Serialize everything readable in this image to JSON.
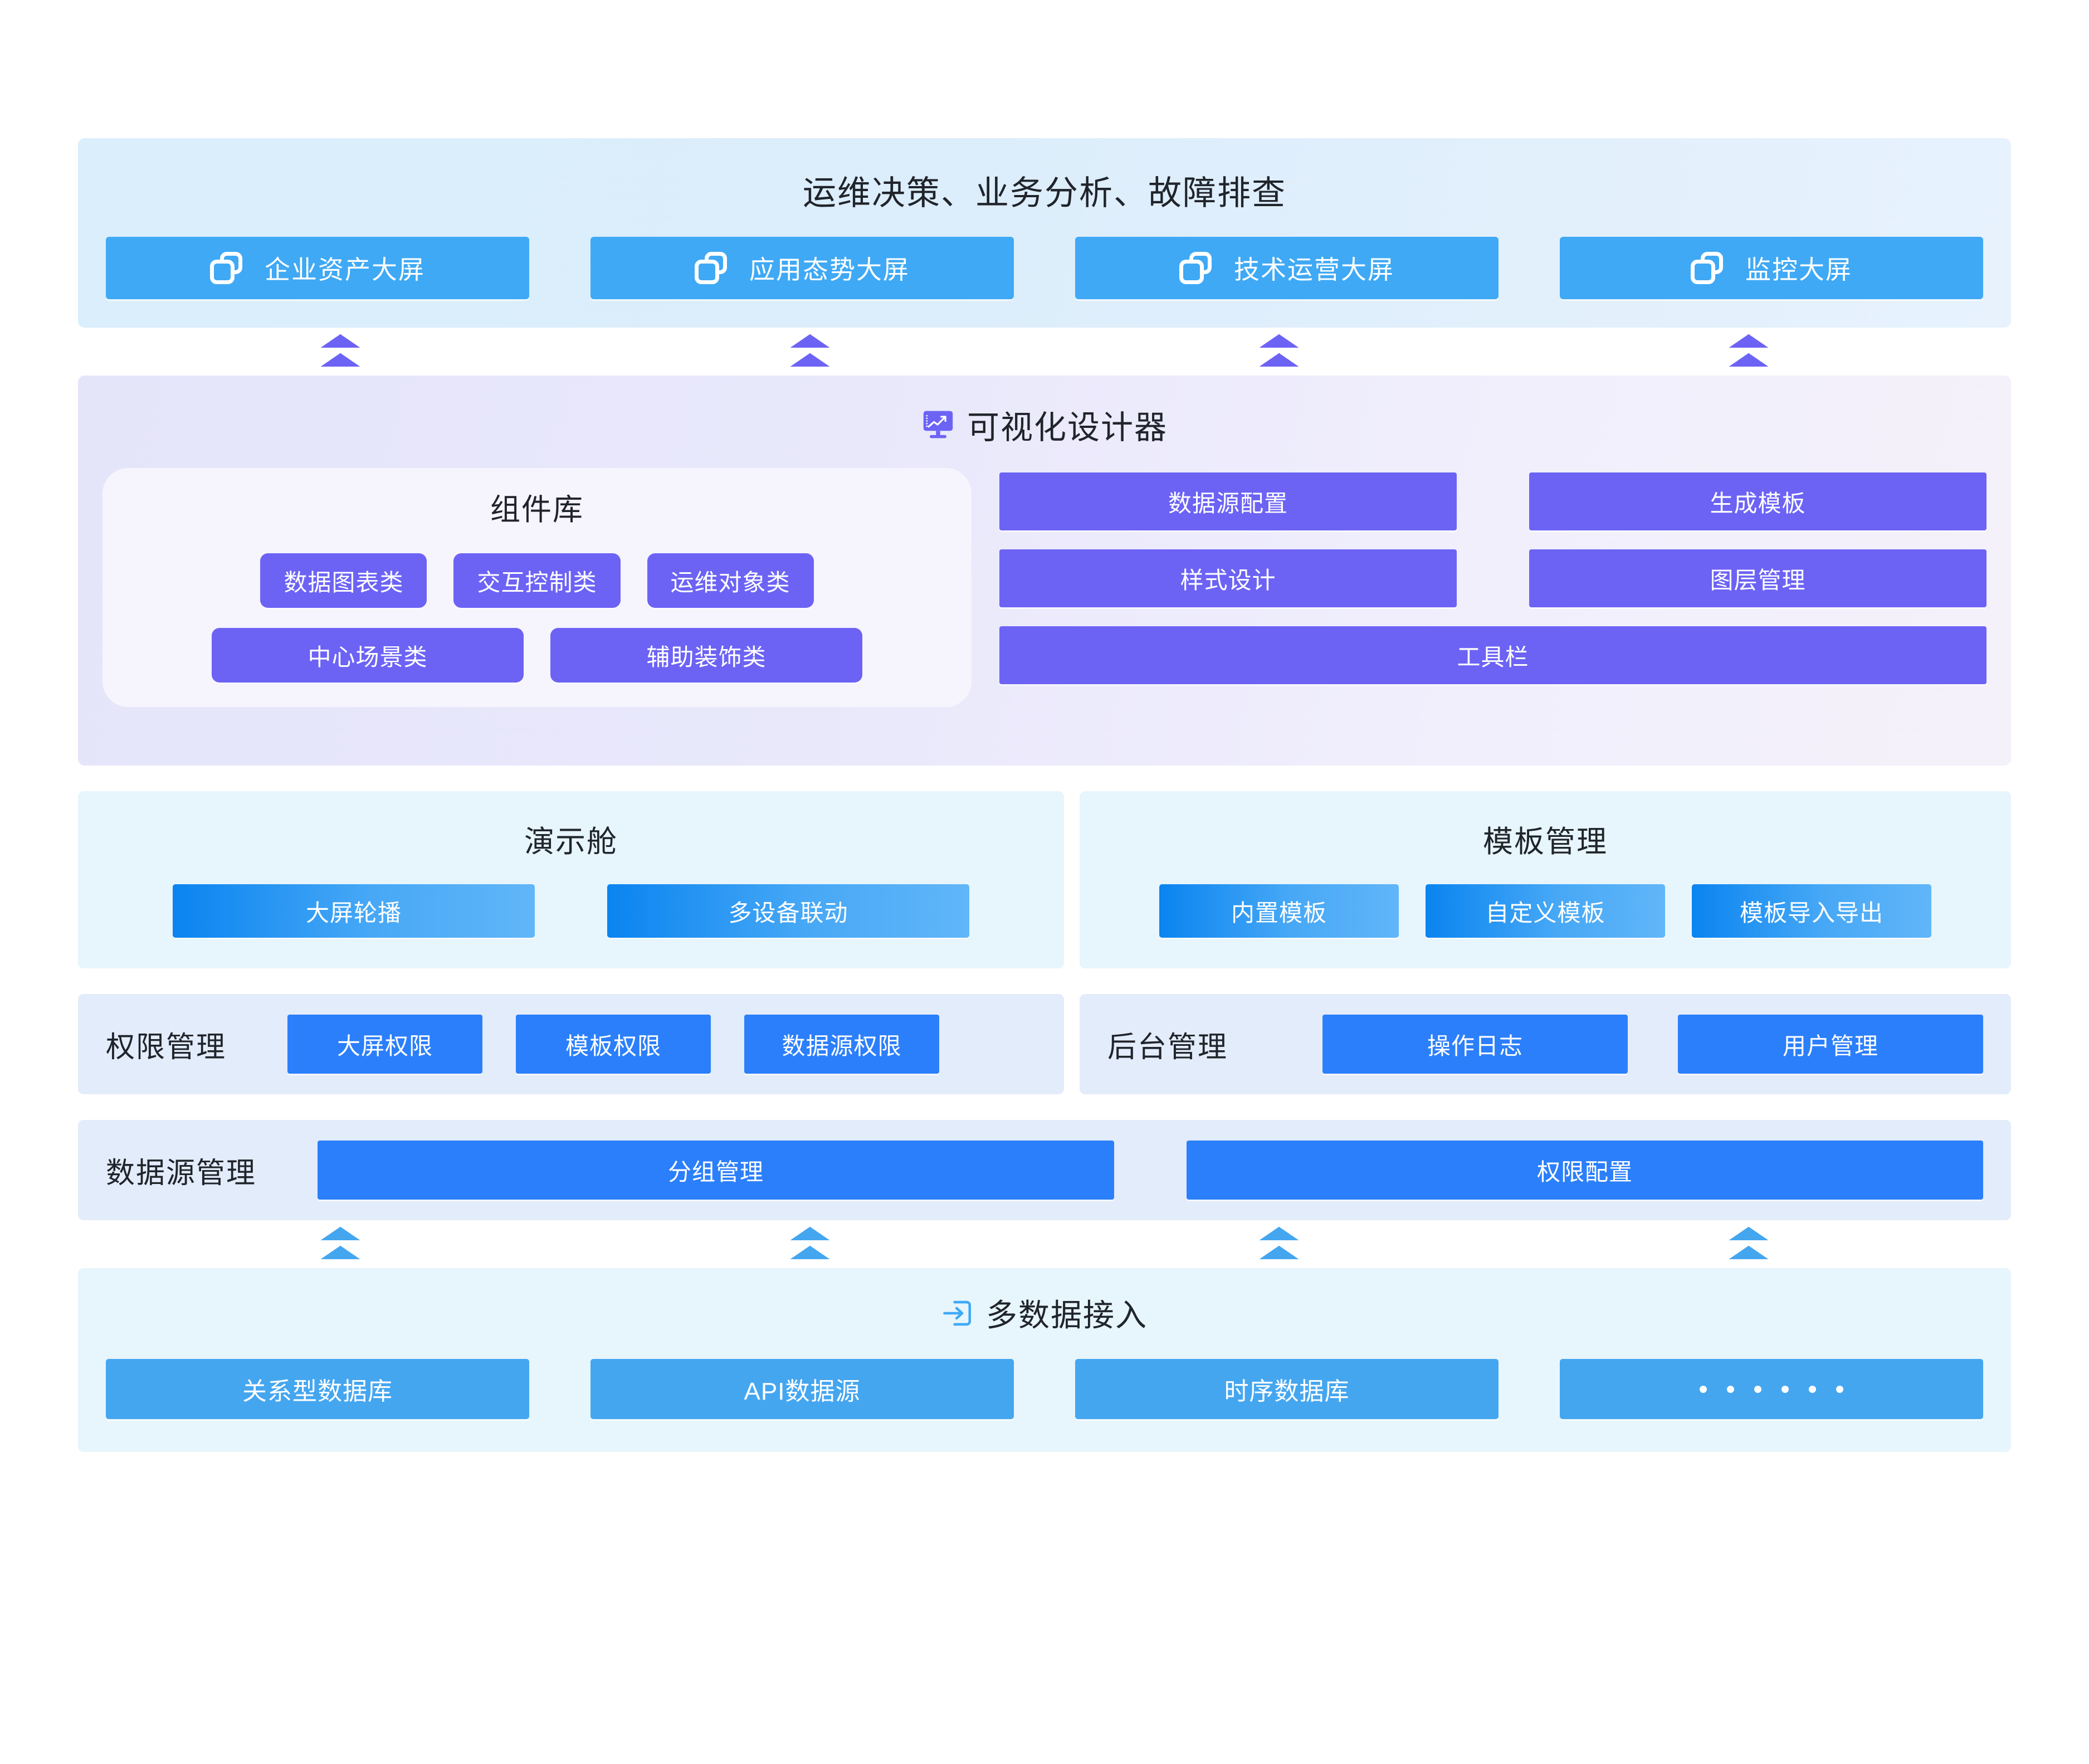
{
  "theme": {
    "screen_blue": "#3fa9f5",
    "designer_purple": "#6c63f5",
    "solid_blue": "#2b7ffb",
    "access_blue": "#45a6f0",
    "panel_cyan": "#e7f5fd",
    "panel_blue": "#e3ecfa",
    "panel_top": "#dcedfb",
    "panel_designer": "#e9e8fb",
    "chip_card": "#f6f4fd"
  },
  "screens_section": {
    "title": "运维决策、业务分析、故障排查",
    "buttons": [
      {
        "icon": "stacked-screens-icon",
        "label": "企业资产大屏"
      },
      {
        "icon": "stacked-screens-icon",
        "label": "应用态势大屏"
      },
      {
        "icon": "stacked-screens-icon",
        "label": "技术运营大屏"
      },
      {
        "icon": "stacked-screens-icon",
        "label": "监控大屏"
      }
    ]
  },
  "connectors_top": {
    "icon": "double-chevron-up-icon",
    "color": "#6c63f5",
    "count": 4
  },
  "designer_section": {
    "icon": "monitor-chart-icon",
    "title": "可视化设计器",
    "component_library": {
      "title": "组件库",
      "row1": [
        "数据图表类",
        "交互控制类",
        "运维对象类"
      ],
      "row2": [
        "中心场景类",
        "辅助装饰类"
      ]
    },
    "tools": {
      "row1": [
        "数据源配置",
        "生成模板"
      ],
      "row2": [
        "样式设计",
        "图层管理"
      ],
      "full": "工具栏"
    }
  },
  "demo_section": {
    "title": "演示舱",
    "buttons": [
      "大屏轮播",
      "多设备联动"
    ]
  },
  "template_section": {
    "title": "模板管理",
    "buttons": [
      "内置模板",
      "自定义模板",
      "模板导入导出"
    ]
  },
  "permission_section": {
    "label": "权限管理",
    "buttons": [
      "大屏权限",
      "模板权限",
      "数据源权限"
    ]
  },
  "backend_section": {
    "label": "后台管理",
    "buttons": [
      "操作日志",
      "用户管理"
    ]
  },
  "datasource_section": {
    "label": "数据源管理",
    "buttons": [
      "分组管理",
      "权限配置"
    ]
  },
  "connectors_bottom": {
    "icon": "double-chevron-up-icon",
    "color": "#45a6f0",
    "count": 4
  },
  "access_section": {
    "icon": "import-arrow-icon",
    "title": "多数据接入",
    "buttons": [
      {
        "label": "关系型数据库",
        "type": "text"
      },
      {
        "label": "API数据源",
        "type": "text"
      },
      {
        "label": "时序数据库",
        "type": "text"
      },
      {
        "label": "。。。。。。",
        "type": "dots",
        "dot_count": 6
      }
    ]
  }
}
